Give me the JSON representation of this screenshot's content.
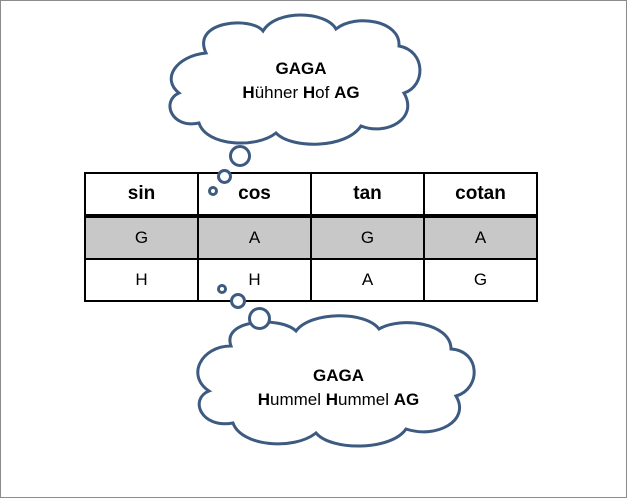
{
  "cloud_top": {
    "title": "GAGA",
    "line": [
      {
        "text": "H",
        "bold": true
      },
      {
        "text": "ühner ",
        "bold": false
      },
      {
        "text": "H",
        "bold": true
      },
      {
        "text": "of ",
        "bold": false
      },
      {
        "text": "AG",
        "bold": true
      }
    ]
  },
  "cloud_bottom": {
    "title": "GAGA",
    "line": [
      {
        "text": "H",
        "bold": true
      },
      {
        "text": "ummel ",
        "bold": false
      },
      {
        "text": "H",
        "bold": true
      },
      {
        "text": "ummel ",
        "bold": false
      },
      {
        "text": "AG",
        "bold": true
      }
    ]
  },
  "table": {
    "headers": [
      "sin",
      "cos",
      "tan",
      "cotan"
    ],
    "rows": [
      [
        "G",
        "A",
        "G",
        "A"
      ],
      [
        "H",
        "H",
        "A",
        "G"
      ]
    ]
  },
  "colors": {
    "cloud_stroke": "#3d5a80",
    "highlight_row": "#c8c8c8"
  }
}
